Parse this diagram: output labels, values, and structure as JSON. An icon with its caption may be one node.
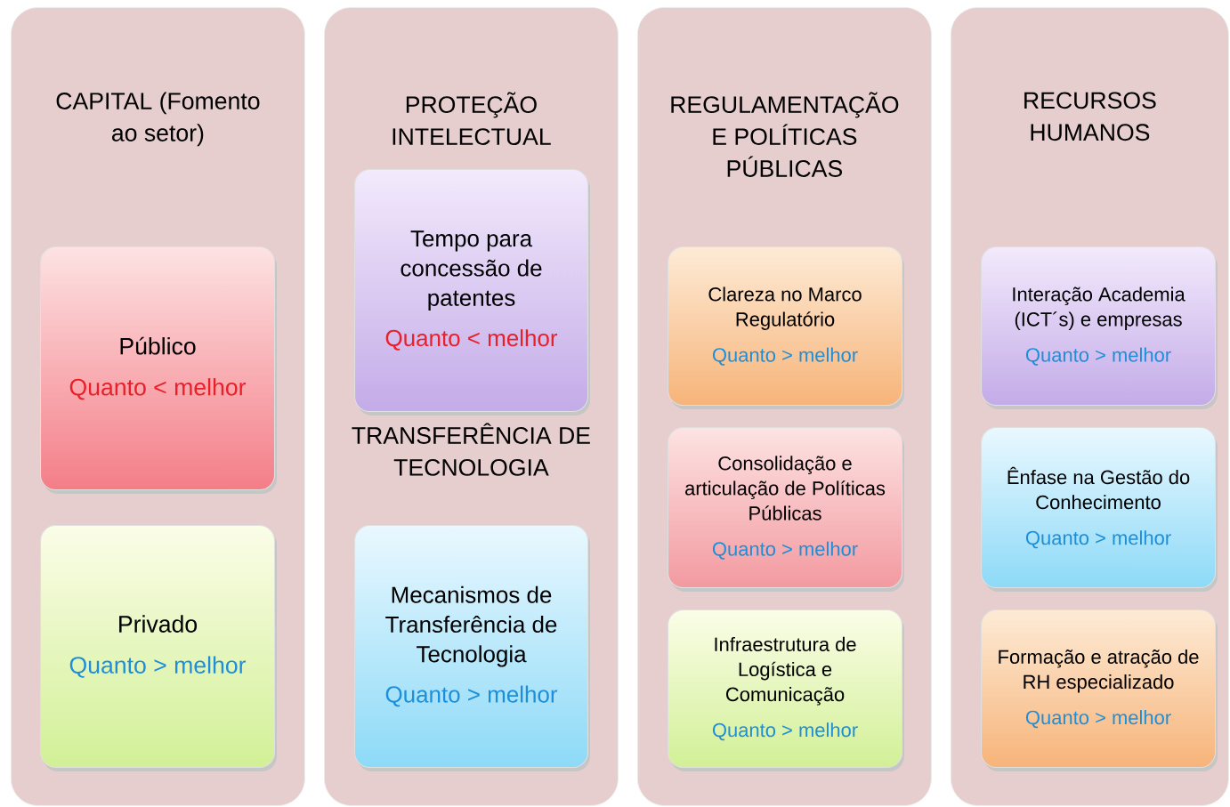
{
  "diagram": {
    "nodes": [
      {
        "text": [
          "CAPITAL (Fomento ao setor)"
        ]
      },
      {
        "text": [
          "Público",
          "Quanto < melhor"
        ],
        "in": 0
      },
      {
        "text": [
          "Privado",
          "Quanto > melhor"
        ],
        "in": 0
      },
      {
        "text": [
          "PROTEÇÃO INTELECTUAL",
          "TRANSFERÊNCIA DE TECNOLOGIA"
        ]
      },
      {
        "text": [
          "Tempo para concessão de patentes",
          "Quanto < melhor"
        ],
        "in": 3
      },
      {
        "text": [
          "Mecanismos de Transferência de Tecnologia",
          "Quanto > melhor"
        ],
        "in": 3
      },
      {
        "text": [
          "REGULAMENTAÇÃO E POLÍTICAS PÚBLICAS"
        ]
      },
      {
        "text": [
          "Clareza no Marco Regulatório",
          "Quanto > melhor"
        ],
        "in": 6
      },
      {
        "text": [
          "Consolidação e articulação de Políticas Públicas",
          "Quanto > melhor"
        ],
        "in": 6
      },
      {
        "text": [
          "Infraestrutura de Logística e Comunicação",
          "Quanto > melhor"
        ],
        "in": 6
      },
      {
        "text": [
          "RECURSOS HUMANOS"
        ]
      },
      {
        "text": [
          "Interação Academia (ICT´s) e empresas",
          "Quanto > melhor"
        ],
        "in": 10
      },
      {
        "text": [
          "Ênfase na Gestão do Conhecimento",
          "Quanto > melhor"
        ],
        "in": 10
      },
      {
        "text": [
          "Formação e atração de RH especializado",
          "Quanto > melhor"
        ],
        "in": 10
      }
    ]
  }
}
